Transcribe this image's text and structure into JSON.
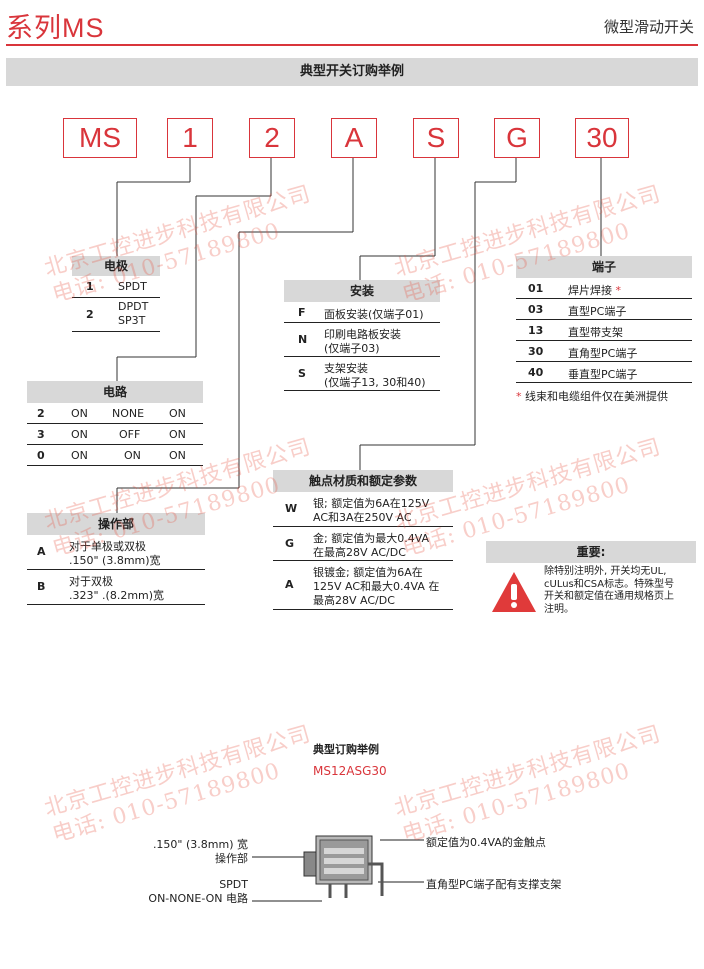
{
  "header": {
    "series": "系列MS",
    "category": "微型滑动开关"
  },
  "banner": "典型开关订购举例",
  "code_boxes": [
    "MS",
    "1",
    "2",
    "A",
    "S",
    "G",
    "30"
  ],
  "poles": {
    "title": "电极",
    "rows": [
      {
        "code": "1",
        "desc": "SPDT"
      },
      {
        "code": "2",
        "desc1": "DPDT",
        "desc2": "SP3T"
      }
    ]
  },
  "circuit": {
    "title": "电路",
    "rows": [
      [
        "2",
        "ON",
        "NONE",
        "ON"
      ],
      [
        "3",
        "ON",
        "OFF",
        "ON"
      ],
      [
        "0",
        "ON",
        "ON",
        "ON"
      ]
    ]
  },
  "actuator": {
    "title": "操作部",
    "rows": [
      {
        "code": "A",
        "l1": "对于单极或双极",
        "l2": ".150\" (3.8mm)宽"
      },
      {
        "code": "B",
        "l1": "对于双极",
        "l2": ".323\" .(8.2mm)宽"
      }
    ]
  },
  "mounting": {
    "title": "安装",
    "rows": [
      {
        "code": "F",
        "l1": "面板安装(仅端子01)"
      },
      {
        "code": "N",
        "l1": "印刷电路板安装",
        "l2": "(仅端子03)"
      },
      {
        "code": "S",
        "l1": "支架安装",
        "l2": "(仅端子13, 30和40)"
      }
    ]
  },
  "contact": {
    "title": "触点材质和额定参数",
    "rows": [
      {
        "code": "W",
        "l1": "银; 额定值为6A在125V",
        "l2": "AC和3A在250V AC"
      },
      {
        "code": "G",
        "l1": "金; 额定值为最大0.4VA",
        "l2": "在最高28V AC/DC"
      },
      {
        "code": "A",
        "l1": "银镀金; 额定值为6A在",
        "l2": "125V AC和最大0.4VA 在",
        "l3": "最高28V AC/DC"
      }
    ]
  },
  "terminals": {
    "title": "端子",
    "rows": [
      {
        "code": "01",
        "desc": "焊片焊接",
        "star": "*"
      },
      {
        "code": "03",
        "desc": "直型PC端子"
      },
      {
        "code": "13",
        "desc": "直型带支架"
      },
      {
        "code": "30",
        "desc": "直角型PC端子"
      },
      {
        "code": "40",
        "desc": "垂直型PC端子"
      }
    ]
  },
  "terminals_note": {
    "star": "*",
    "text": "线束和电缆组件仅在美洲提供"
  },
  "important": {
    "title": "重要:",
    "lines": [
      "除特别注明外, 开关均无UL,",
      "cULus和CSA标志。特殊型号",
      "开关和额定值在通用规格页上",
      "注明。"
    ]
  },
  "example": {
    "title": "典型订购举例",
    "code": "MS12ASG30"
  },
  "callouts": {
    "left1a": ".150\" (3.8mm) 宽",
    "left1b": "操作部",
    "left2a": "SPDT",
    "left2b": "ON-NONE-ON 电路",
    "right1": "额定值为0.4VA的金触点",
    "right2": "直角型PC端子配有支撑支架"
  },
  "watermark": {
    "company": "北京工控进步科技有限公司",
    "phone": "电话: 010-57189800"
  },
  "colors": {
    "accent": "#d9353b",
    "header_gray": "#d8d8d8",
    "warning_red": "#e03a3a"
  }
}
